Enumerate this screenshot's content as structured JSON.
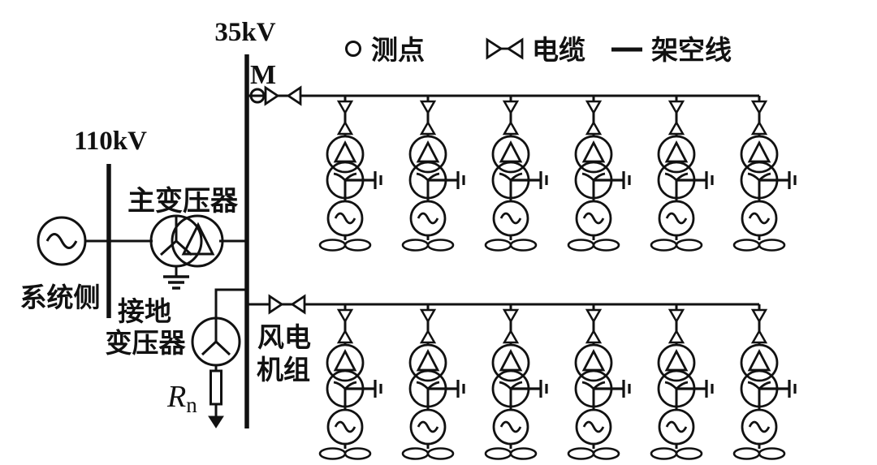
{
  "legend": {
    "items": [
      {
        "symbol": "measurement-point-circle",
        "label": "测点"
      },
      {
        "symbol": "cable-bowtie",
        "label": "电缆"
      },
      {
        "symbol": "overhead-line-dash",
        "label": "架空线"
      }
    ]
  },
  "labels": {
    "bus_35kv": "35kV",
    "bus_110kv": "110kV",
    "measurement_point": "M",
    "system_side": "系统侧",
    "main_transformer": "主变压器",
    "grounding_transformer_line1": "接地",
    "grounding_transformer_line2": "变压器",
    "neutral_resistor": "R",
    "neutral_resistor_sub": "n",
    "wind_units_line1": "风电",
    "wind_units_line2": "机组"
  },
  "diagram": {
    "colors": {
      "line": "#111111",
      "background": "#ffffff"
    },
    "buses": [
      {
        "name": "110kV-bus",
        "voltage": "110kV"
      },
      {
        "name": "35kV-bus",
        "voltage": "35kV"
      }
    ],
    "feeders": [
      {
        "name": "feeder-1",
        "has_measurement_point": true,
        "turbine_count": 6
      },
      {
        "name": "feeder-2",
        "has_measurement_point": false,
        "turbine_count": 6
      }
    ]
  }
}
